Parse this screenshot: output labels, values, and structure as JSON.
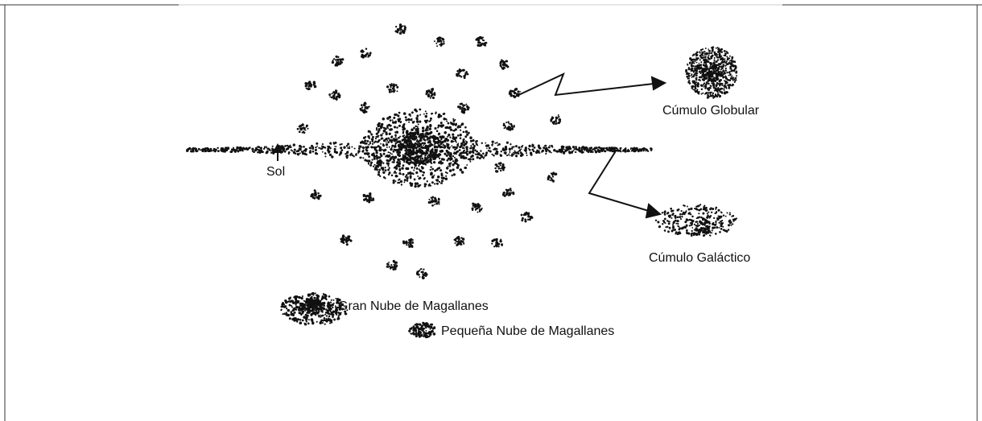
{
  "labels": {
    "sun": "Sol",
    "globular_cluster": "Cúmulo Globular",
    "galactic_cluster": "Cúmulo Galáctico",
    "large_magellanic_cloud": "Gran Nube de Magallanes",
    "small_magellanic_cloud": "Pequeña Nube de Magallanes"
  },
  "colors": {
    "ink": "#111111",
    "frame": "#333333",
    "background": "#ffffff"
  }
}
